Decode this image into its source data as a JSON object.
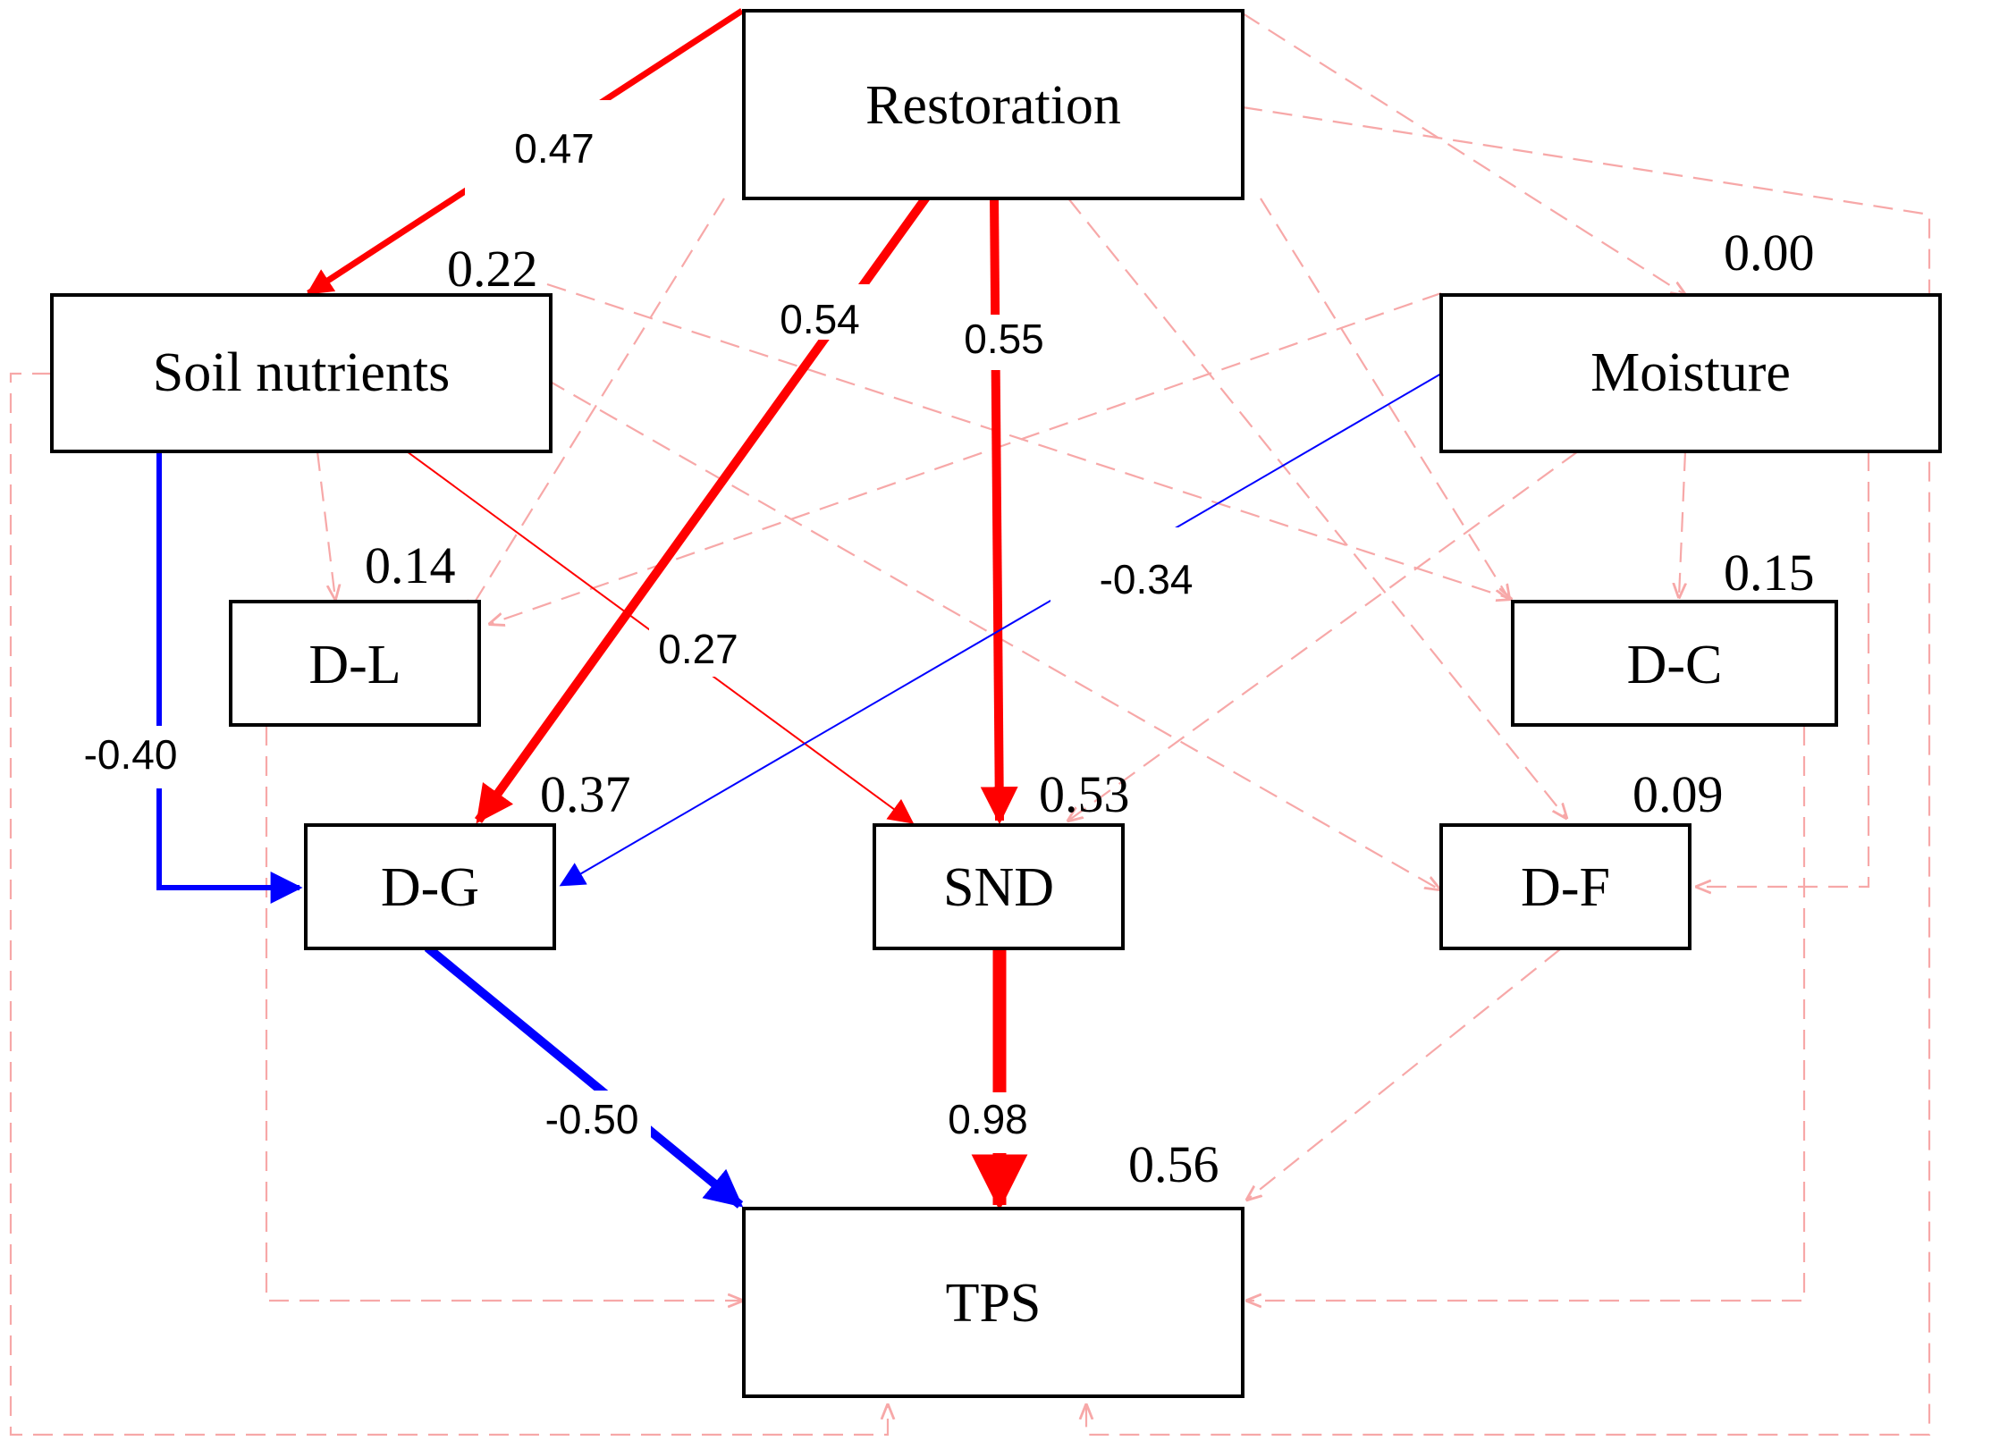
{
  "colors": {
    "positive": "#ff0000",
    "negative": "#0000ff",
    "nonsignificant": "#f7a8a8",
    "box_stroke": "#000000"
  },
  "nodes": {
    "restoration": {
      "label": "Restoration",
      "r2": ""
    },
    "soil_nutrients": {
      "label": "Soil nutrients",
      "r2": "0.22"
    },
    "moisture": {
      "label": "Moisture",
      "r2": "0.00"
    },
    "d_l": {
      "label": "D-L",
      "r2": "0.14"
    },
    "d_c": {
      "label": "D-C",
      "r2": "0.15"
    },
    "d_g": {
      "label": "D-G",
      "r2": "0.37"
    },
    "snd": {
      "label": "SND",
      "r2": "0.53"
    },
    "d_f": {
      "label": "D-F",
      "r2": "0.09"
    },
    "tps": {
      "label": "TPS",
      "r2": "0.56"
    }
  },
  "paths": [
    {
      "from": "restoration",
      "to": "soil_nutrients",
      "coef": "0.47",
      "sign": "positive",
      "weight": 4
    },
    {
      "from": "restoration",
      "to": "d_g",
      "coef": "0.54",
      "sign": "positive",
      "weight": 5
    },
    {
      "from": "restoration",
      "to": "snd",
      "coef": "0.55",
      "sign": "positive",
      "weight": 5
    },
    {
      "from": "soil_nutrients",
      "to": "d_g",
      "coef": "-0.40",
      "sign": "negative",
      "weight": 3
    },
    {
      "from": "soil_nutrients",
      "to": "snd",
      "coef": "0.27",
      "sign": "positive",
      "weight": 1
    },
    {
      "from": "moisture",
      "to": "d_g",
      "coef": "-0.34",
      "sign": "negative",
      "weight": 1
    },
    {
      "from": "d_g",
      "to": "tps",
      "coef": "-0.50",
      "sign": "negative",
      "weight": 5
    },
    {
      "from": "snd",
      "to": "tps",
      "coef": "0.98",
      "sign": "positive",
      "weight": 7
    }
  ]
}
